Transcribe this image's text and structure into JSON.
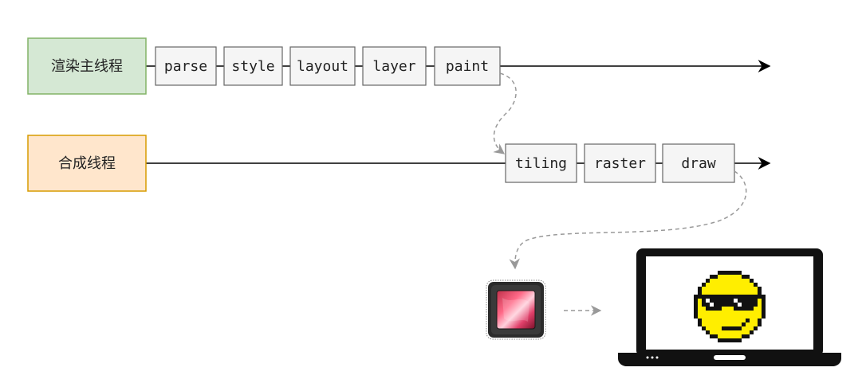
{
  "threads": {
    "main": {
      "label": "渲染主线程",
      "fill": "#d5e8d4",
      "stroke": "#82b366",
      "steps": [
        "parse",
        "style",
        "layout",
        "layer",
        "paint"
      ]
    },
    "compositor": {
      "label": "合成线程",
      "fill": "#ffe6cc",
      "stroke": "#d79b00",
      "steps": [
        "tiling",
        "raster",
        "draw"
      ]
    }
  },
  "colors": {
    "step_fill": "#f5f5f5",
    "step_stroke": "#666666",
    "line": "#000000",
    "dashed": "#999999",
    "smiley": "#ffee00"
  },
  "icons": {
    "gpu": "gpu-chip-icon",
    "screen": "laptop-icon",
    "face": "pixel-smiley-sunglasses-icon"
  }
}
